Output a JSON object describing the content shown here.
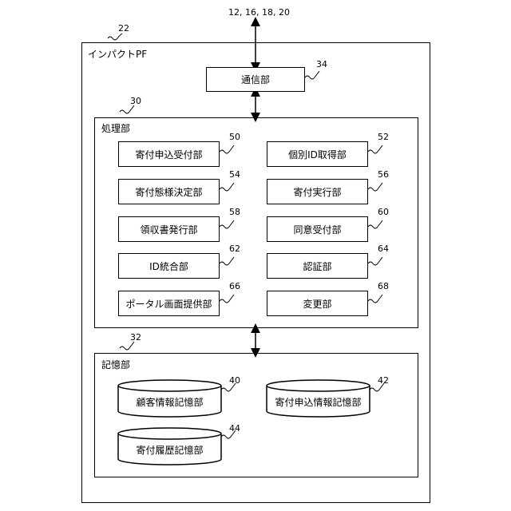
{
  "top_connection": "12, 16, 18, 20",
  "platform": {
    "label": "インパクトPF",
    "ref": "22"
  },
  "comm": {
    "label": "通信部",
    "ref": "34"
  },
  "processing": {
    "label": "処理部",
    "ref": "30",
    "units": [
      {
        "label": "寄付申込受付部",
        "ref": "50"
      },
      {
        "label": "個別ID取得部",
        "ref": "52"
      },
      {
        "label": "寄付態様決定部",
        "ref": "54"
      },
      {
        "label": "寄付実行部",
        "ref": "56"
      },
      {
        "label": "領収書発行部",
        "ref": "58"
      },
      {
        "label": "同意受付部",
        "ref": "60"
      },
      {
        "label": "ID統合部",
        "ref": "62"
      },
      {
        "label": "認証部",
        "ref": "64"
      },
      {
        "label": "ポータル画面提供部",
        "ref": "66"
      },
      {
        "label": "変更部",
        "ref": "68"
      }
    ]
  },
  "storage": {
    "label": "記憶部",
    "ref": "32",
    "units": [
      {
        "label": "顧客情報記憶部",
        "ref": "40"
      },
      {
        "label": "寄付申込情報記憶部",
        "ref": "42"
      },
      {
        "label": "寄付履歴記憶部",
        "ref": "44"
      }
    ]
  }
}
